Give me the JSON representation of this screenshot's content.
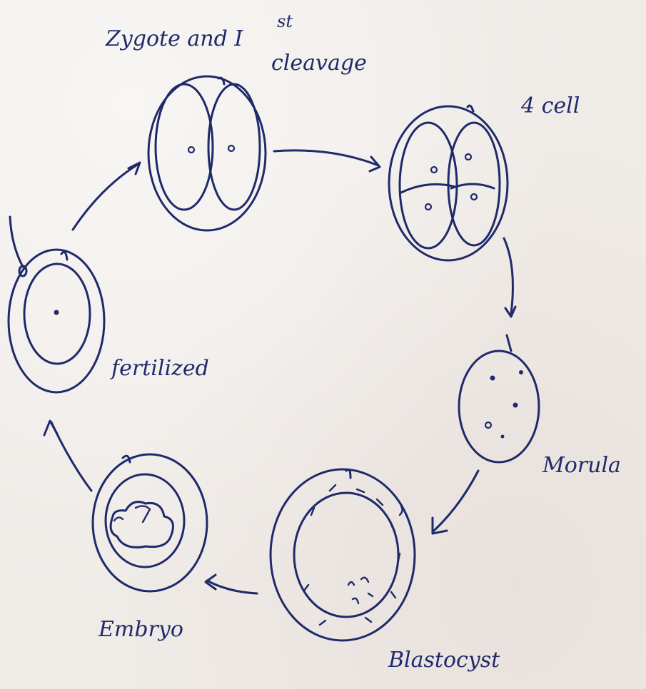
{
  "diagram": {
    "labels": {
      "zygote_line1": "Zygote and I",
      "zygote_sup": "st",
      "zygote_line2": "cleavage",
      "four_cell": "4 cell",
      "fertilized": "fertilized",
      "morula": "Morula",
      "blastocyst": "Blastocyst",
      "embryo": "Embryo"
    },
    "ink_color": "#1f2a6b",
    "paper_color": "#efebe7"
  }
}
